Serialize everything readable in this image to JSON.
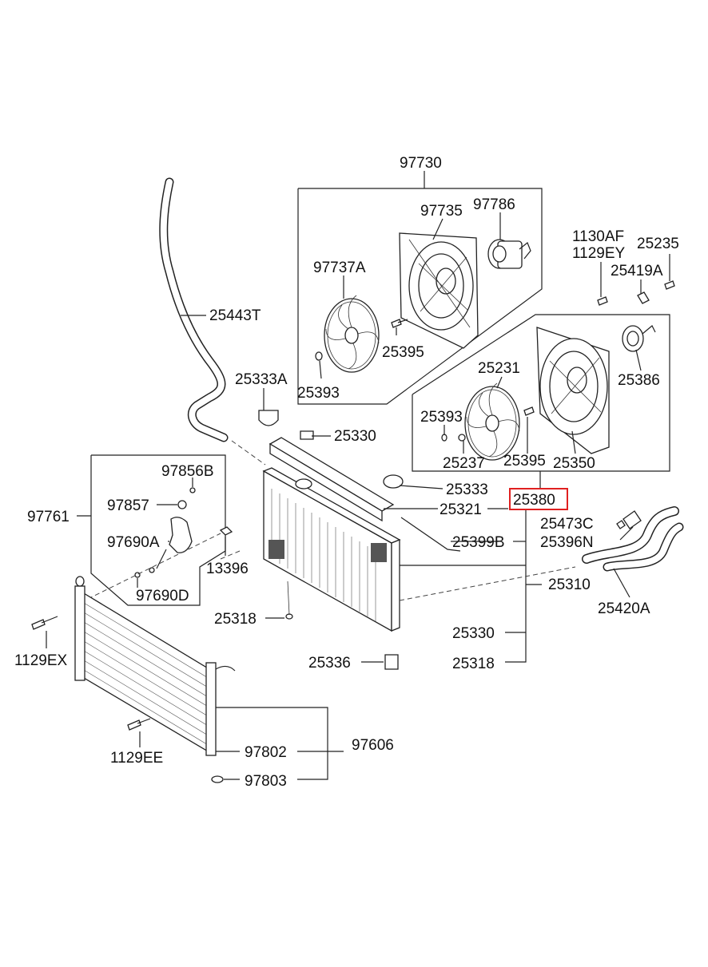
{
  "highlight_color": "#e02020",
  "labels": {
    "l97730": "97730",
    "l97735": "97735",
    "l97786": "97786",
    "l97737A": "97737A",
    "l25395a": "25395",
    "l25393a": "25393",
    "l25443T": "25443T",
    "l1130AF": "1130AF",
    "l1129EY": "1129EY",
    "l25235": "25235",
    "l25419A": "25419A",
    "l25386": "25386",
    "l25231": "25231",
    "l25393b": "25393",
    "l25237": "25237",
    "l25395b": "25395",
    "l25350": "25350",
    "l25333A": "25333A",
    "l25330a": "25330",
    "l25333": "25333",
    "l25321": "25321",
    "l25380": "25380",
    "l97856B": "97856B",
    "l97857": "97857",
    "l97761": "97761",
    "l97690A": "97690A",
    "l13396": "13396",
    "l97690D": "97690D",
    "l25473C": "25473C",
    "l25396N": "25396N",
    "l25399B": "25399B",
    "l25310": "25310",
    "l25420A": "25420A",
    "l25318a": "25318",
    "l25330b": "25330",
    "l25318b": "25318",
    "l25336": "25336",
    "l1129EX": "1129EX",
    "l1129EE": "1129EE",
    "l97802": "97802",
    "l97606": "97606",
    "l97803": "97803"
  },
  "icons": {
    "fan_shroud": "fan-shroud-icon",
    "fan_blade": "fan-blade-icon",
    "fan_motor": "fan-motor-icon",
    "radiator": "radiator-icon",
    "condenser": "condenser-icon",
    "hose": "hose-icon",
    "bolt": "bolt-icon"
  }
}
